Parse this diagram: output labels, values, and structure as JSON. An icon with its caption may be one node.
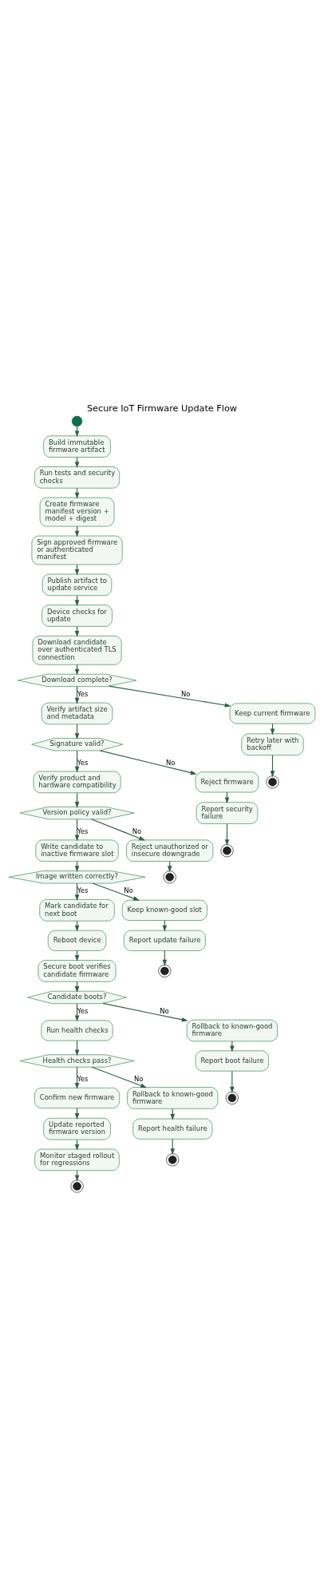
{
  "diagram": {
    "title": "Secure IoT Firmware Update Flow",
    "nodes": [
      {
        "text": [],
        "shape": "circle"
      },
      {
        "text": [
          "Build immutable firmware artifact"
        ]
      },
      {
        "text": [
          "Run tests and security checks"
        ]
      },
      {
        "text": [
          "Create firmware manifest version + model + digest"
        ]
      },
      {
        "text": [
          "Sign approved firmware or authenticated manifest"
        ]
      },
      {
        "text": [
          "Publish artifact to update service"
        ]
      },
      {
        "text": [
          "Device checks for update"
        ]
      },
      {
        "text": [
          "Download candidate over authenticated TLS connection"
        ]
      },
      {
        "text": [
          "Download complete?"
        ]
      },
      {
        "text": [
          "Verify artifact size and metadata"
        ]
      },
      {
        "text": [
          "Keep current firmware"
        ]
      },
      {
        "text": [
          "Retry later with backoff"
        ]
      },
      {
        "text": [],
        "shape": "circle"
      },
      {
        "text": [
          "Signature valid?"
        ]
      },
      {
        "text": [
          "Verify product and hardware compatibility"
        ]
      },
      {
        "text": [
          "Reject firmware"
        ]
      },
      {
        "text": [
          "Report security failure"
        ]
      },
      {
        "text": [],
        "shape": "circle"
      },
      {
        "text": [
          "Version policy valid?"
        ]
      },
      {
        "text": [
          "Write candidate to inactive firmware slot"
        ]
      },
      {
        "text": [
          "Reject unauthorized or insecure downgrade"
        ]
      },
      {
        "text": [],
        "shape": "circle"
      },
      {
        "text": [
          "Image written correctly?"
        ]
      },
      {
        "text": [
          "Mark candidate for next boot"
        ]
      },
      {
        "text": [
          "Keep known-good slot"
        ]
      },
      {
        "text": [
          "Report update failure"
        ]
      },
      {
        "text": [],
        "shape": "circle"
      },
      {
        "text": [
          "Reboot device"
        ]
      },
      {
        "text": [
          "Secure boot verifies candidate firmware"
        ]
      },
      {
        "text": [
          "Candidate boots?"
        ]
      },
      {
        "text": [
          "Run health checks"
        ]
      },
      {
        "text": [
          "Rollback to known-good firmware"
        ]
      },
      {
        "text": [
          "Report boot failure"
        ]
      },
      {
        "text": [],
        "shape": "circle"
      },
      {
        "text": [
          "Health checks pass?"
        ]
      },
      {
        "text": [
          "Confirm new firmware"
        ]
      },
      {
        "text": [
          "Update reported firmware version"
        ]
      },
      {
        "text": [
          "Rollback to known-good firmware"
        ]
      },
      {
        "text": [
          "Report health failure"
        ]
      },
      {
        "text": [],
        "shape": "circle"
      },
      {
        "text": [
          "Monitor staged rollout for regressions"
        ]
      },
      {
        "text": [],
        "shape": "circle"
      }
    ],
    "edges": [
      {
        "from": 0,
        "to": 1,
        "arrow": "to"
      },
      {
        "from": 1,
        "to": 2,
        "arrow": "to"
      },
      {
        "from": 2,
        "to": 3,
        "arrow": "to"
      },
      {
        "from": 3,
        "to": 4,
        "arrow": "to"
      },
      {
        "from": 4,
        "to": 5,
        "arrow": "to"
      },
      {
        "from": 5,
        "to": 6,
        "arrow": "to"
      },
      {
        "from": 6,
        "to": 7,
        "arrow": "to"
      },
      {
        "from": 7,
        "to": 8,
        "arrow": "to"
      },
      {
        "from": 8,
        "to": 9,
        "arrow": "to",
        "label": "Yes"
      },
      {
        "from": 8,
        "to": 10,
        "arrow": "to",
        "label": "No"
      },
      {
        "from": 10,
        "to": 11,
        "arrow": "to"
      },
      {
        "from": 11,
        "to": 12,
        "arrow": "to"
      },
      {
        "from": 9,
        "to": 13,
        "arrow": "to"
      },
      {
        "from": 13,
        "to": 14,
        "arrow": "to",
        "label": "Yes"
      },
      {
        "from": 13,
        "to": 15,
        "arrow": "to",
        "label": "No"
      },
      {
        "from": 15,
        "to": 16,
        "arrow": "to"
      },
      {
        "from": 16,
        "to": 17,
        "arrow": "to"
      },
      {
        "from": 14,
        "to": 18,
        "arrow": "to"
      },
      {
        "from": 18,
        "to": 19,
        "arrow": "to",
        "label": "Yes"
      },
      {
        "from": 18,
        "to": 20,
        "arrow": "to",
        "label": "No"
      },
      {
        "from": 20,
        "to": 21,
        "arrow": "to"
      },
      {
        "from": 19,
        "to": 22,
        "arrow": "to"
      },
      {
        "from": 22,
        "to": 23,
        "arrow": "to",
        "label": "Yes"
      },
      {
        "from": 22,
        "to": 24,
        "arrow": "to",
        "label": "No"
      },
      {
        "from": 24,
        "to": 25,
        "arrow": "to"
      },
      {
        "from": 25,
        "to": 26,
        "arrow": "to"
      },
      {
        "from": 23,
        "to": 27,
        "arrow": "to"
      },
      {
        "from": 27,
        "to": 28,
        "arrow": "to"
      },
      {
        "from": 28,
        "to": 29,
        "arrow": "to"
      },
      {
        "from": 29,
        "to": 30,
        "arrow": "to",
        "label": "Yes"
      },
      {
        "from": 29,
        "to": 31,
        "arrow": "to",
        "label": "No"
      },
      {
        "from": 31,
        "to": 32,
        "arrow": "to"
      },
      {
        "from": 32,
        "to": 33,
        "arrow": "to"
      },
      {
        "from": 30,
        "to": 34,
        "arrow": "to"
      },
      {
        "from": 34,
        "to": 35,
        "arrow": "to",
        "label": "Yes"
      },
      {
        "from": 34,
        "to": 37,
        "arrow": "to",
        "label": "No"
      },
      {
        "from": 35,
        "to": 36,
        "arrow": "to"
      },
      {
        "from": 37,
        "to": 38,
        "arrow": "to"
      },
      {
        "from": 38,
        "to": 39,
        "arrow": "to"
      },
      {
        "from": 36,
        "to": 40,
        "arrow": "to"
      },
      {
        "from": 40,
        "to": 41,
        "arrow": "to"
      }
    ]
  }
}
